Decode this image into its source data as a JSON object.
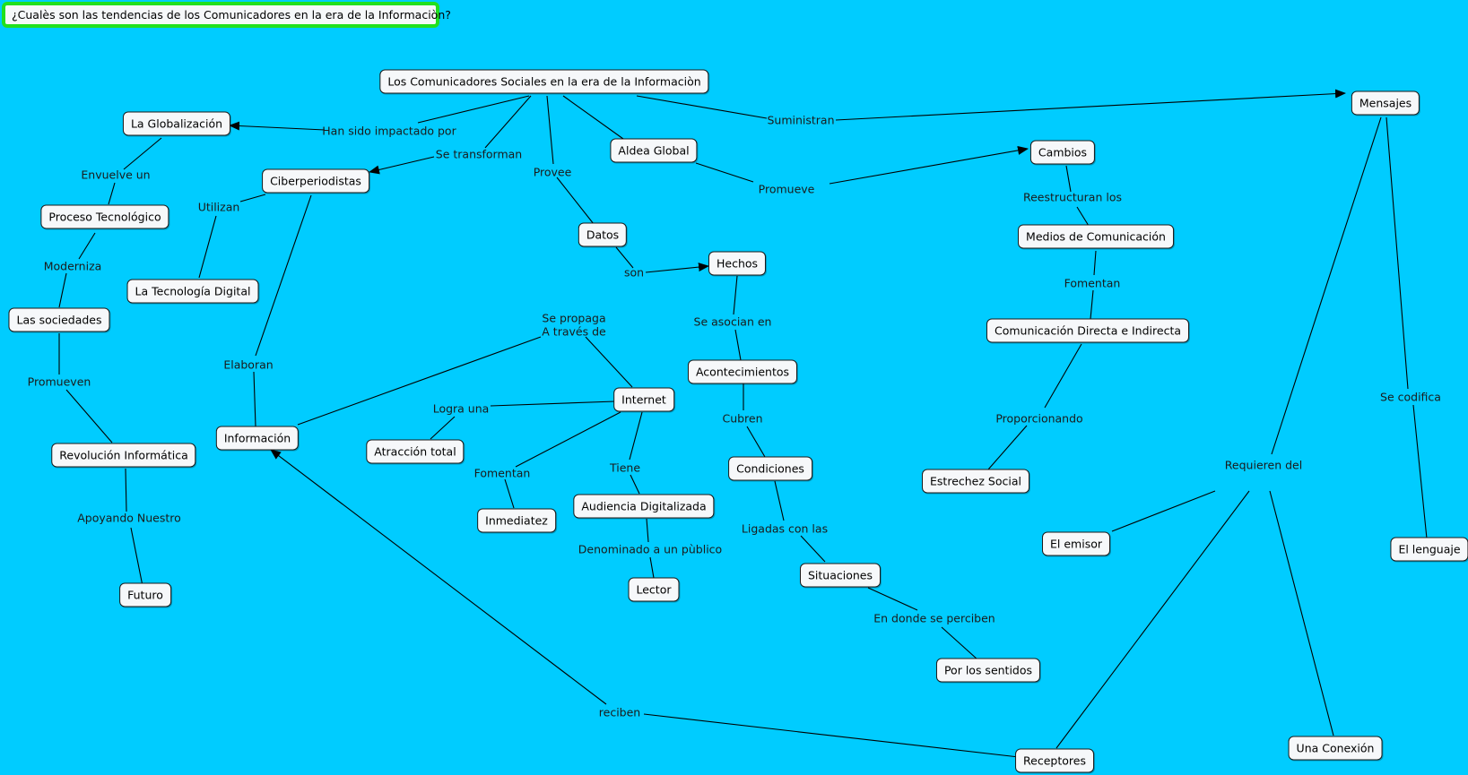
{
  "title": "¿Cualès son las tendencias de los Comunicadores en la era de la Informaciòn?",
  "colors": {
    "background": "#00ccff",
    "title_border": "#22e01e",
    "node_fill": "#f6f8fa",
    "line": "#000000"
  },
  "nodes": {
    "root": "Los Comunicadores Sociales en la era de la Informaciòn",
    "globalizacion": "La Globalización",
    "ciberperiodistas": "Ciberperiodistas",
    "aldea": "Aldea Global",
    "cambios": "Cambios",
    "mensajes": "Mensajes",
    "proceso": "Proceso Tecnológico",
    "tecnologia": "La Tecnología Digital",
    "sociedades": "Las sociedades",
    "revolucion": "Revolución Informática",
    "futuro": "Futuro",
    "informacion": "Información",
    "datos": "Datos",
    "hechos": "Hechos",
    "medios": "Medios de Comunicación",
    "comdirecta": "Comunicación Directa e Indirecta",
    "acontecimientos": "Acontecimientos",
    "internet": "Internet",
    "atraccion": "Atracción total",
    "inmediatez": "Inmediatez",
    "audiencia": "Audiencia Digitalizada",
    "lector": "Lector",
    "condiciones": "Condiciones",
    "situaciones": "Situaciones",
    "sentidos": "Por los sentidos",
    "estrechez": "Estrechez Social",
    "emisor": "El emisor",
    "lenguaje": "El lenguaje",
    "receptores": "Receptores",
    "conexion": "Una Conexión"
  },
  "links": {
    "impactado": "Han sido impactado por",
    "transforman": "Se transforman",
    "provee": "Provee",
    "suministran": "Suministran",
    "promueve": "Promueve",
    "envuelve": "Envuelve un",
    "utilizan": "Utilizan",
    "moderniza": "Moderniza",
    "promueven": "Promueven",
    "apoyando": "Apoyando Nuestro",
    "elaboran": "Elaboran",
    "son": "son",
    "reestructuran": "Reestructuran los",
    "fomentan_medios": "Fomentan",
    "asocian": "Se asocian en",
    "propaga_1": "Se propaga",
    "propaga_2": "A través de",
    "logra": "Logra una",
    "cubren": "Cubren",
    "proporcionando": "Proporcionando",
    "fomentan_internet": "Fomentan",
    "tiene": "Tiene",
    "ligadas": "Ligadas con las",
    "denominado": "Denominado a un pùblico",
    "perciben": "En donde se perciben",
    "requieren": "Requieren del",
    "codifica": "Se codifica",
    "reciben": "reciben"
  }
}
